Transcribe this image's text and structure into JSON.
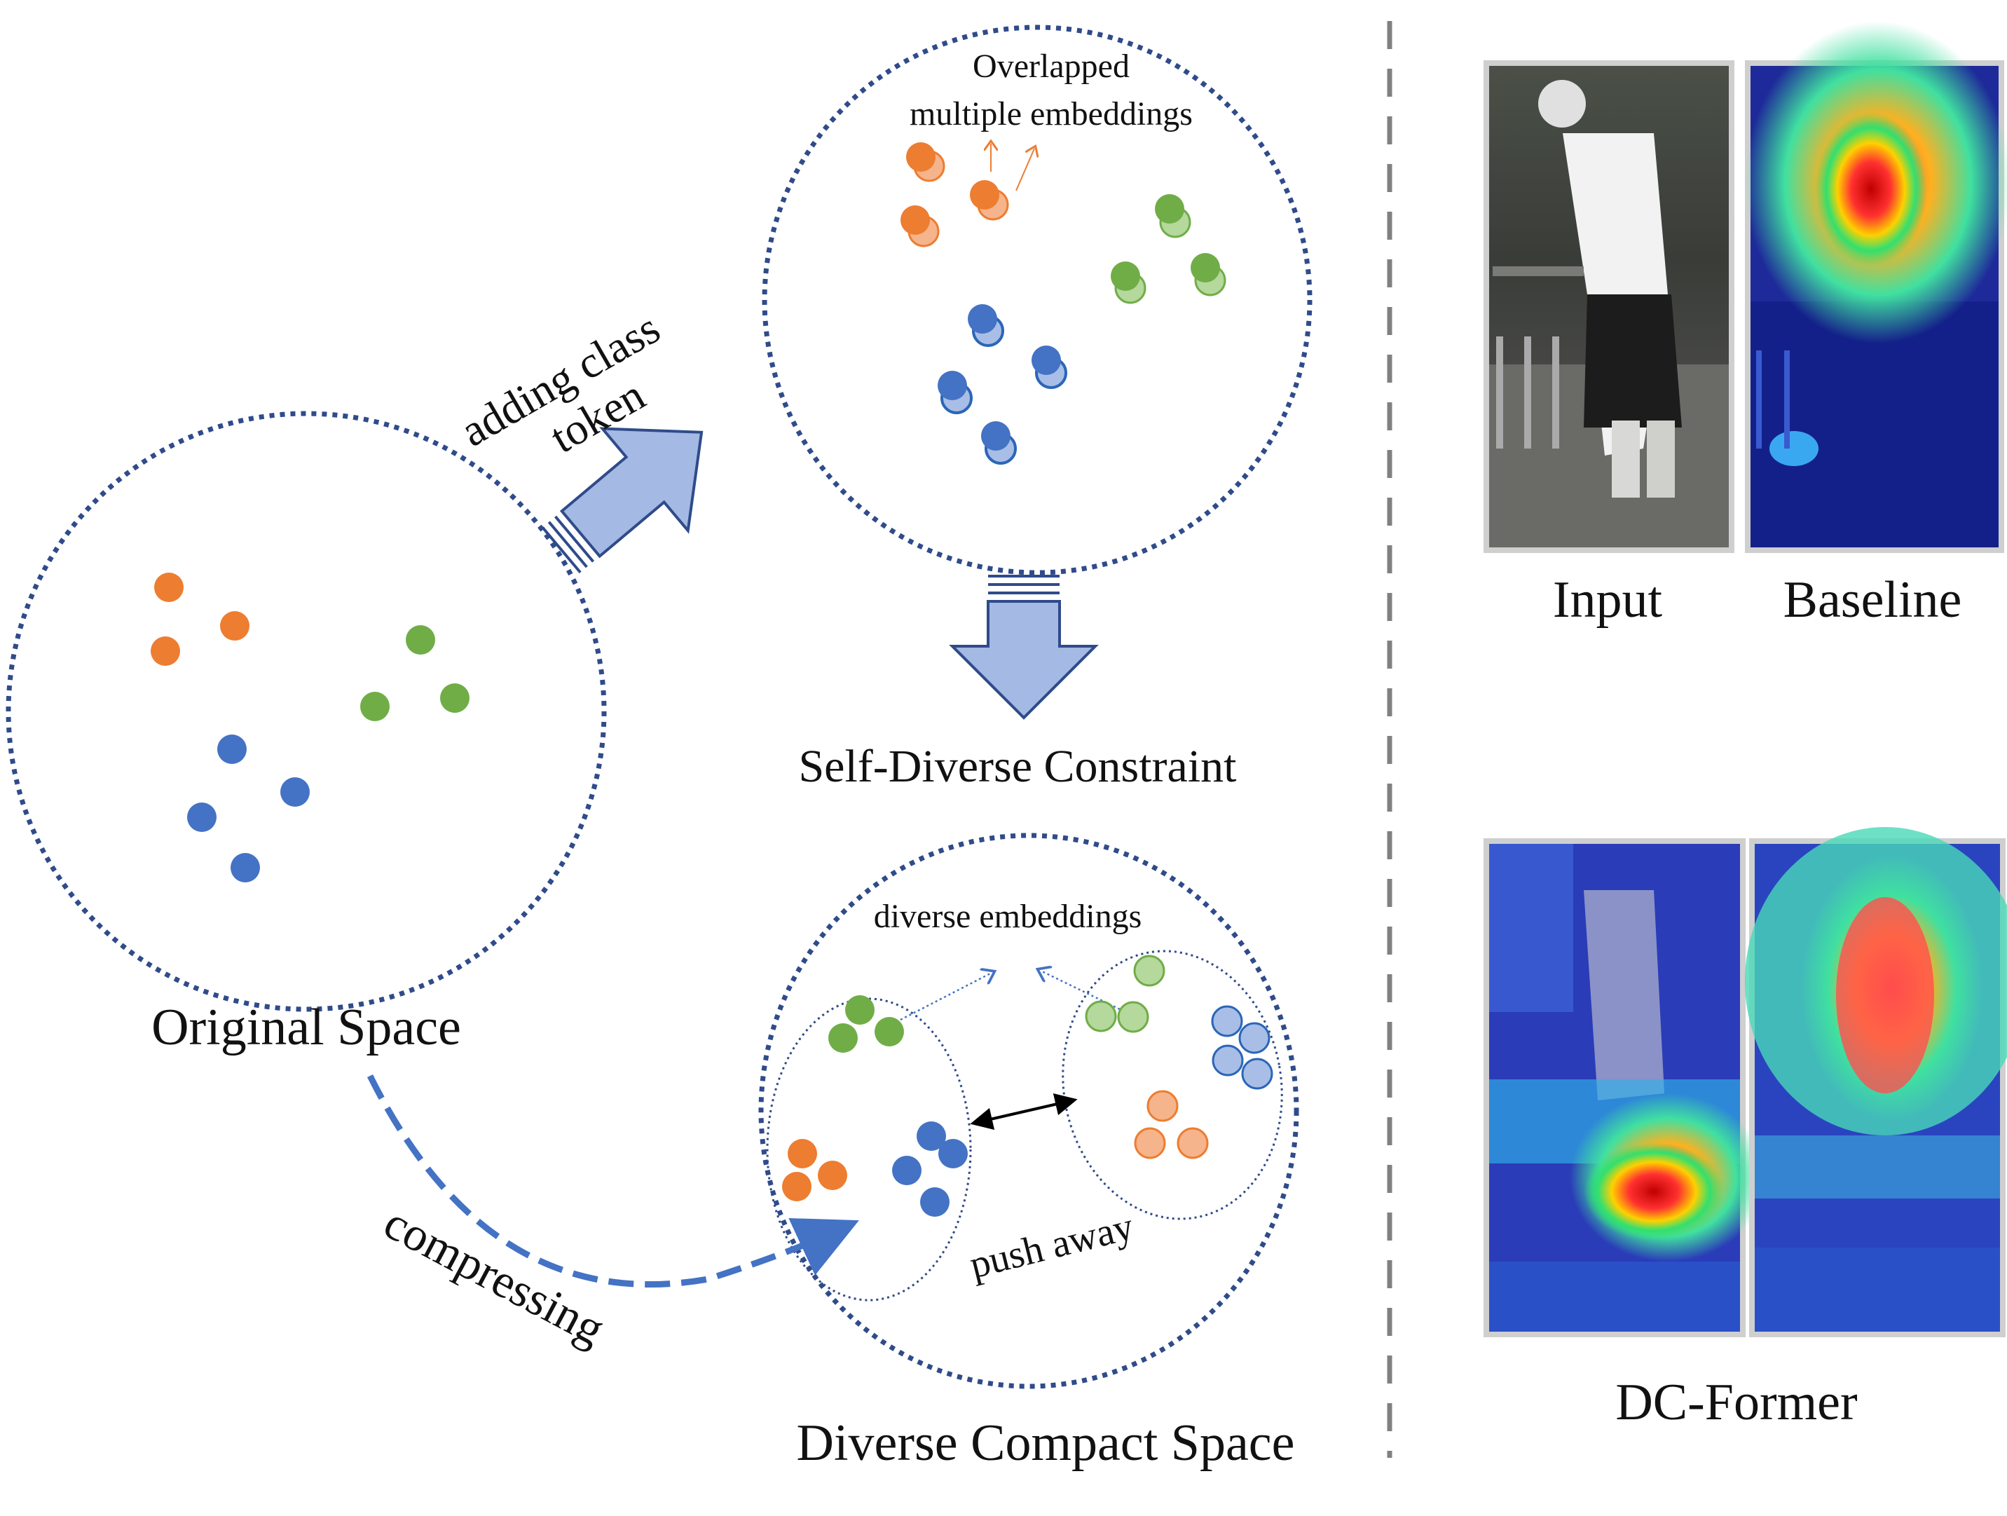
{
  "labels": {
    "original_space": "Original Space",
    "adding_class_token_line1": "adding class",
    "adding_class_token_line2": "token",
    "overlapped_line1": "Overlapped",
    "overlapped_line2": "multiple embeddings",
    "self_diverse_constraint": "Self-Diverse Constraint",
    "diverse_embeddings": "diverse embeddings",
    "push_away": "push away",
    "compressing": "compressing",
    "diverse_compact_space": "Diverse Compact Space",
    "input": "Input",
    "baseline": "Baseline",
    "dc_former": "DC-Former"
  },
  "colors": {
    "orange": "#ED7D31",
    "orange_light": "#F5B48C",
    "green": "#70AD47",
    "green_light": "#B5D89C",
    "blue": "#4472C4",
    "blue_light": "#A9BEE6",
    "circle_border": "#2F4B8A",
    "arrow_fill": "#A4B9E3",
    "arrow_stroke": "#2F4B8A",
    "divider": "#808080"
  },
  "icons": {
    "class_token_arrow": "block-arrow-icon",
    "constraint_arrow": "down-block-arrow-icon",
    "compress_arrow": "dashed-curved-arrow-icon",
    "push_arrow": "double-headed-arrow-icon"
  }
}
